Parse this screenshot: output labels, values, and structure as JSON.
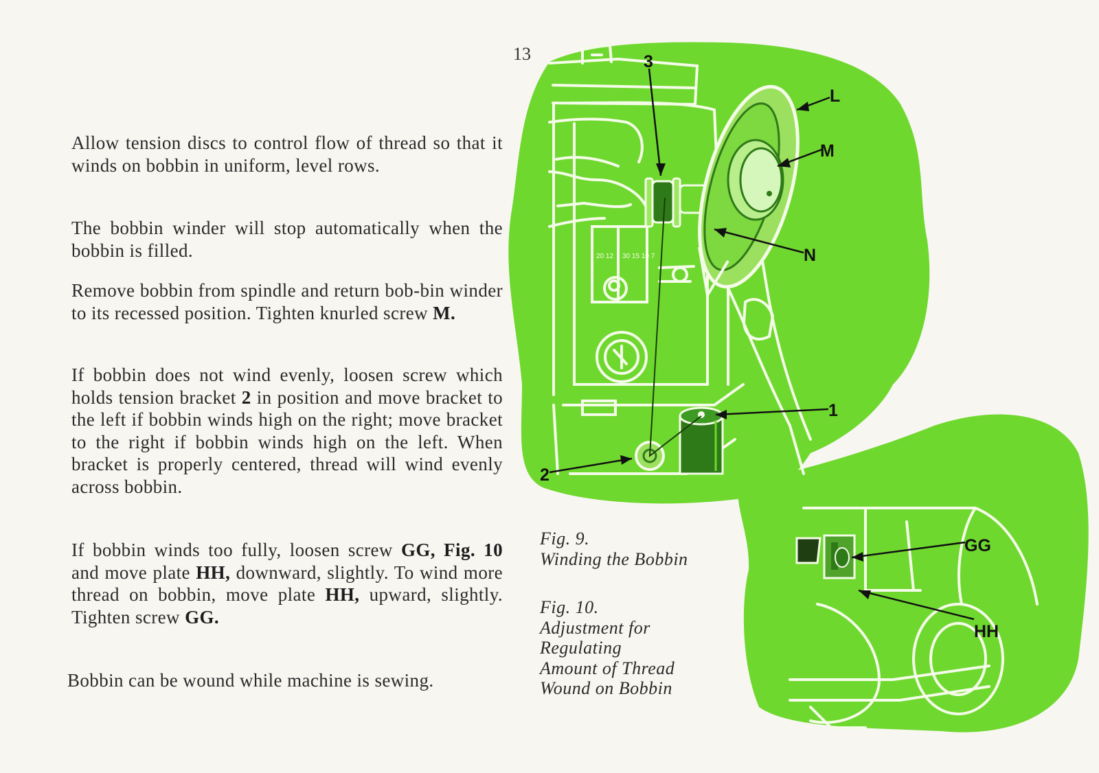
{
  "page": {
    "number": "13"
  },
  "paragraphs": {
    "p1": "Allow tension discs to control flow of thread so that it winds on bobbin in uniform, level rows.",
    "p2": "The bobbin winder will stop automatically when the bobbin is filled.",
    "p3_a": "Remove bobbin from spindle and return bob-bin winder to its recessed position. Tighten knurled screw ",
    "p3_b": "M.",
    "p4_a": "If bobbin does not wind evenly, loosen screw which holds tension bracket ",
    "p4_b": "2",
    "p4_c": " in position and move bracket to the left if bobbin winds high on the right; move bracket to the right if bobbin winds high on the left. When bracket is properly centered, thread will wind evenly across bobbin.",
    "p5_a": "If bobbin winds too fully, loosen screw ",
    "p5_b": "GG, Fig. 10",
    "p5_c": " and move plate ",
    "p5_d": "HH,",
    "p5_e": " downward, slightly. To wind more thread on bobbin, move plate ",
    "p5_f": "HH,",
    "p5_g": " upward, slightly. Tighten screw ",
    "p5_h": "GG.",
    "p6": "Bobbin can be wound while machine is sewing."
  },
  "figures": {
    "fig9": {
      "number": "Fig. 9.",
      "caption": "Winding the Bobbin",
      "callouts": {
        "three": "3",
        "L": "L",
        "M": "M",
        "N": "N",
        "one": "1",
        "two": "2"
      },
      "dial_left": "20 12",
      "dial_right": "30 15 10 7"
    },
    "fig10": {
      "number": "Fig. 10.",
      "caption_lines": [
        "Adjustment for",
        "Regulating",
        "Amount of Thread",
        "Wound on Bobbin"
      ],
      "callouts": {
        "GG": "GG",
        "HH": "HH"
      }
    }
  },
  "colors": {
    "illustration_green": "#6fd82f",
    "dark_green": "#2f7a18",
    "paper": "#f8f6f1",
    "ink": "#2a2a2a"
  }
}
